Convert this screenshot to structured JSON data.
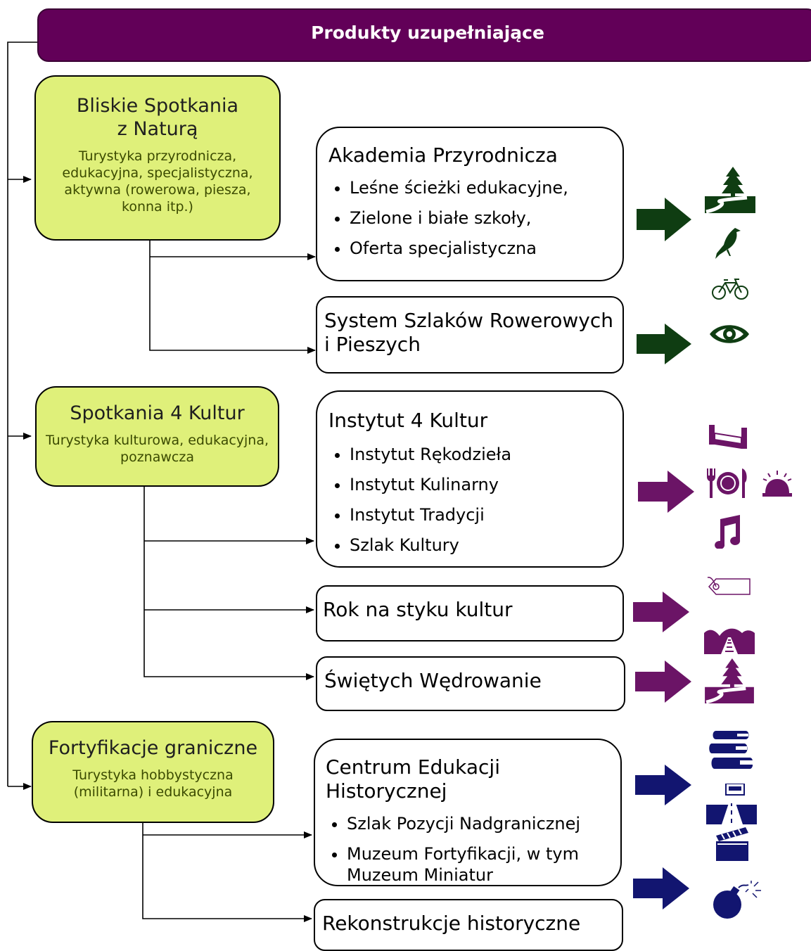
{
  "header": {
    "title": "Produkty uzupełniające"
  },
  "categories": [
    {
      "title": "Bliskie Spotkania z Naturą",
      "subtitle": "Turystyka przyrodnicza, edukacyjna, specjalistyczna, aktywna (rowerowa, piesza, konna itp.)"
    },
    {
      "title": "Spotkania 4 Kultur",
      "subtitle": "Turystyka kulturowa, edukacyjna, poznawcza"
    },
    {
      "title": "Fortyfikacje graniczne",
      "subtitle": "Turystyka hobbystyczna (militarna) i edukacyjna"
    }
  ],
  "products": [
    {
      "title": "Akademia Przyrodnicza",
      "items": [
        "Leśne ścieżki edukacyjne,",
        "Zielone i białe szkoły,",
        "Oferta specjalistyczna"
      ]
    },
    {
      "title": "System Szlaków Rowerowych i Pieszych"
    },
    {
      "title": "Instytut 4 Kultur",
      "items": [
        "Instytut Rękodzieła",
        "Instytut Kulinarny",
        "Instytut Tradycji",
        "Szlak Kultury"
      ]
    },
    {
      "title": "Rok na styku kultur"
    },
    {
      "title": "Świętych Wędrowanie"
    },
    {
      "title": "Centrum Edukacji Historycznej",
      "items": [
        "Szlak Pozycji Nadgranicznej",
        "Muzeum Fortyfikacji, w tym Muzeum Miniatur"
      ]
    },
    {
      "title": "Rekonstrukcje historyczne"
    }
  ],
  "colors": {
    "header": "#620058",
    "category_fill": "#dff07a",
    "green": "#0f3d12",
    "purple": "#6b1466",
    "navy": "#121570"
  },
  "icons": [
    "trail-icon",
    "bird-icon",
    "bicycle-icon",
    "eye-icon",
    "bed-icon",
    "restaurant-icon",
    "service-bell-icon",
    "music-note-icon",
    "tag-icon",
    "railway-icon",
    "trail-icon",
    "books-icon",
    "road-icon",
    "clapperboard-icon",
    "bomb-icon"
  ]
}
